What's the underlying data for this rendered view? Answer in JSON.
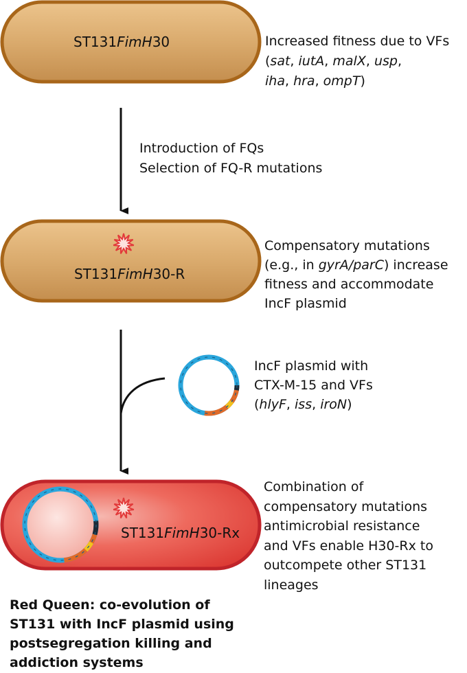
{
  "colors": {
    "tan_fill": "#d8a86a",
    "tan_stroke": "#a8661a",
    "red_fill": "#e8483e",
    "red_stroke": "#c0242a",
    "plasmid_blue": "#2aa6dc",
    "plasmid_orange": "#e06a28",
    "plasmid_yellow": "#f2c21e",
    "arrow": "#111111",
    "star": "#e23a3a"
  },
  "icons": {
    "star": "burst-star-icon",
    "plasmid": "plasmid-ring-icon"
  },
  "cells": {
    "cell1": {
      "prefix": "ST131",
      "italic": "FimH",
      "suffix": "30"
    },
    "cell2": {
      "prefix": "ST131",
      "italic": "FimH",
      "suffix": "30-R"
    },
    "cell3": {
      "prefix": "ST131",
      "italic": "FimH",
      "suffix": "30-Rx"
    }
  },
  "notes": {
    "fitness": {
      "line1": "Increased fitness due to VFs",
      "open": "(",
      "genes": [
        "sat",
        "iutA",
        "malX",
        "usp",
        "iha",
        "hra",
        "ompT"
      ],
      "sep": ", ",
      "close": ")"
    },
    "step1": {
      "line1": "Introduction of FQs",
      "line2": "Selection of FQ-R mutations"
    },
    "compensatory": {
      "line1": "Compensatory mutations",
      "line2_pre": "(e.g., in ",
      "line2_italic": "gyrA/parC",
      "line2_post": ") increase",
      "line3": "fitness and accommodate",
      "line4": "IncF plasmid"
    },
    "plasmid": {
      "line1": "IncF plasmid with",
      "line2": "CTX-M-15 and VFs",
      "open": "(",
      "genes": [
        "hlyF",
        "iss",
        "iroN"
      ],
      "sep": ", ",
      "close": ")"
    },
    "combination": {
      "line1": "Combination of",
      "line2": "compensatory  mutations",
      "line3": "antimicrobial resistance",
      "line4": "and VFs enable H30-Rx to",
      "line5": "outcompete other ST131",
      "line6": "lineages"
    },
    "red_queen": {
      "line1": "Red Queen: co-evolution of",
      "line2": "ST131 with IncF plasmid using",
      "line3": "postsegregation killing and",
      "line4": "addiction systems"
    }
  }
}
